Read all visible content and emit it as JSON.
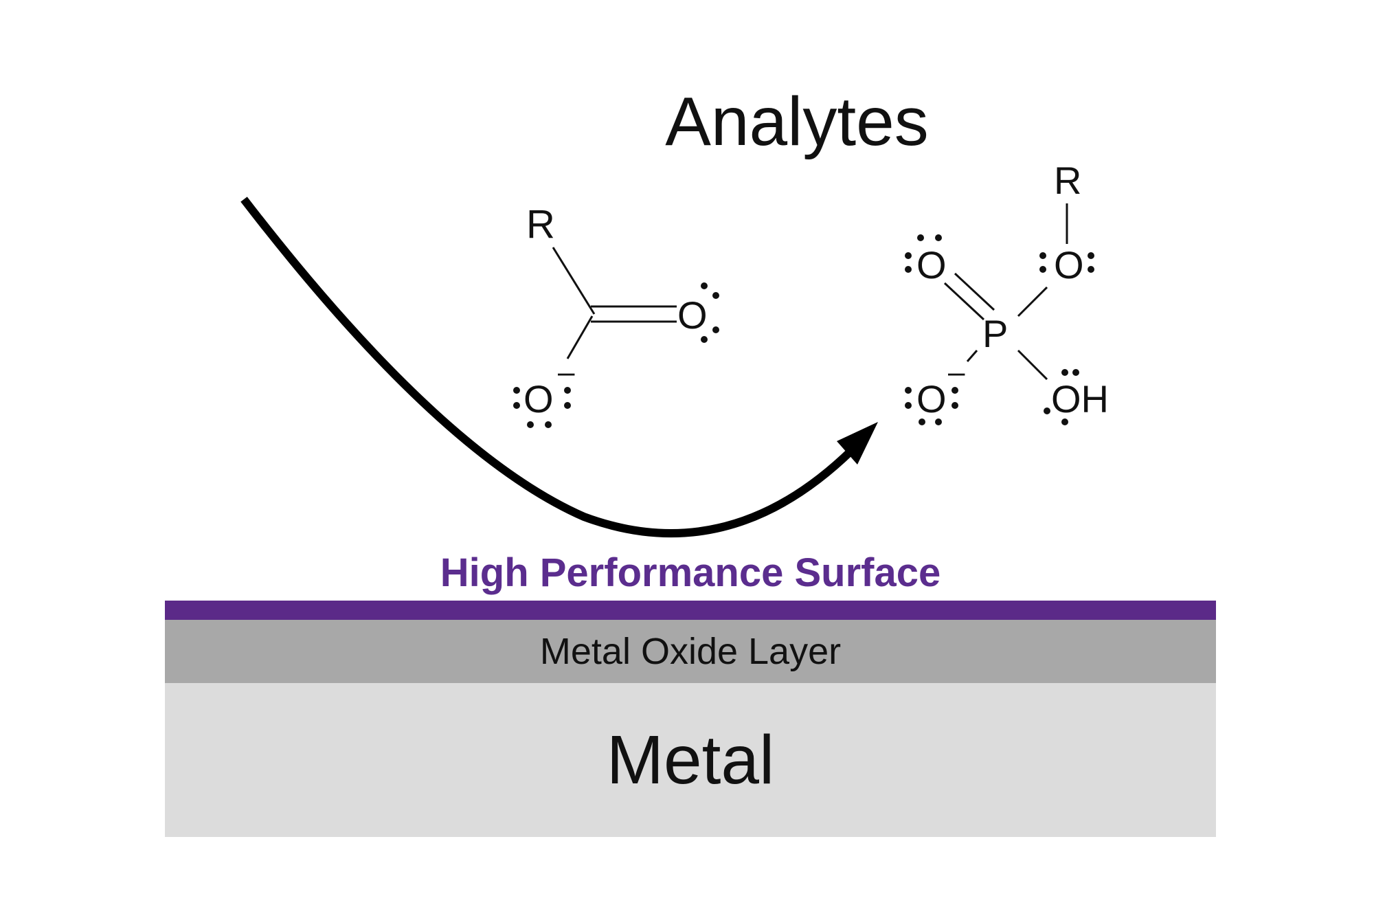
{
  "title": "Analytes",
  "surface": {
    "label": "High Performance Surface",
    "label_color": "#5b2d8e",
    "layer_color": "#5b2a88"
  },
  "oxide": {
    "label": "Metal Oxide Layer",
    "color": "#a8a8a8"
  },
  "metal": {
    "label": "Metal",
    "color": "#dcdcdc"
  },
  "molecules": {
    "carboxylate": {
      "r": "R",
      "o_double": "O",
      "o_single": "O",
      "charge": "–"
    },
    "phosphate": {
      "r": "R",
      "o_ester": "O",
      "o_double": "O",
      "p": "P",
      "o_single": "O",
      "oh": "OH",
      "charge": "–"
    }
  },
  "arrow": {
    "color": "#000000"
  }
}
